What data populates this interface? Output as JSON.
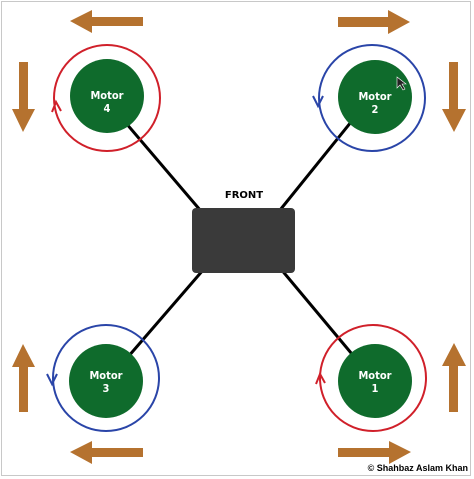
{
  "body_label": "FRONT",
  "motors": [
    {
      "id": "motor-4",
      "label": "Motor",
      "number": "4",
      "rotation": "clockwise"
    },
    {
      "id": "motor-2",
      "label": "Motor",
      "number": "2",
      "rotation": "counterclockwise"
    },
    {
      "id": "motor-3",
      "label": "Motor",
      "number": "3",
      "rotation": "counterclockwise"
    },
    {
      "id": "motor-1",
      "label": "Motor",
      "number": "1",
      "rotation": "clockwise"
    }
  ],
  "copyright": "© Shahbaz Aslam Khan",
  "colors": {
    "motor_fill": "#0f6b2c",
    "clockwise_ring": "#d0202a",
    "counterclockwise_ring": "#2a45a8",
    "arm": "#000000",
    "body": "#3a3a3a",
    "arrow": "#b5722f"
  }
}
